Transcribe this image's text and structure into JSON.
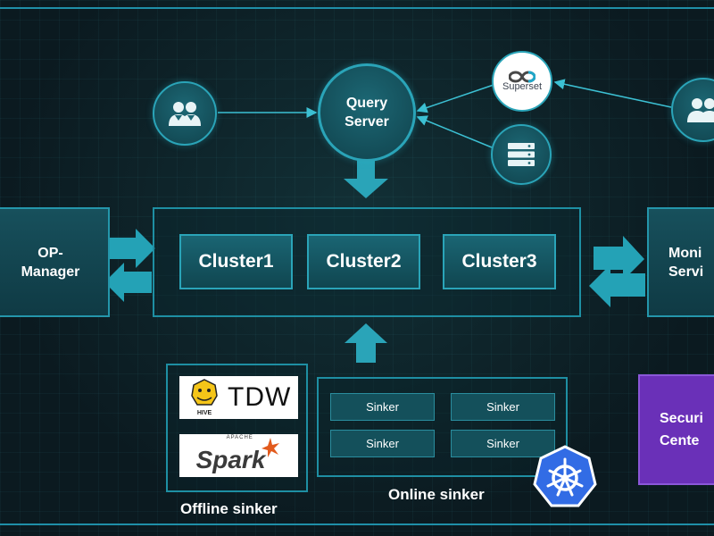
{
  "query_server": {
    "line1": "Query",
    "line2": "Server"
  },
  "superset": {
    "label": "Superset"
  },
  "op_manager": {
    "line1": "OP-",
    "line2": "Manager"
  },
  "monitor_service": {
    "line1": "Moni",
    "line2": "Servi"
  },
  "clusters": [
    "Cluster1",
    "Cluster2",
    "Cluster3"
  ],
  "offline_sinker": {
    "caption": "Offline sinker",
    "tdw": "TDW",
    "hive": "HIVE",
    "spark": "Spark",
    "apache": "APACHE"
  },
  "online_sinker": {
    "caption": "Online sinker",
    "sinkers": [
      "Sinker",
      "Sinker",
      "Sinker",
      "Sinker"
    ]
  },
  "security_center": {
    "line1": "Securi",
    "line2": "Cente"
  },
  "icons": [
    "users-icon",
    "superset-icon",
    "server-icon",
    "kubernetes-icon",
    "hive-icon",
    "spark-icon"
  ],
  "colors": {
    "accent": "#2aa4b8",
    "background": "#0c1d24",
    "security": "#6a30b8",
    "kubernetes": "#326ce5"
  }
}
